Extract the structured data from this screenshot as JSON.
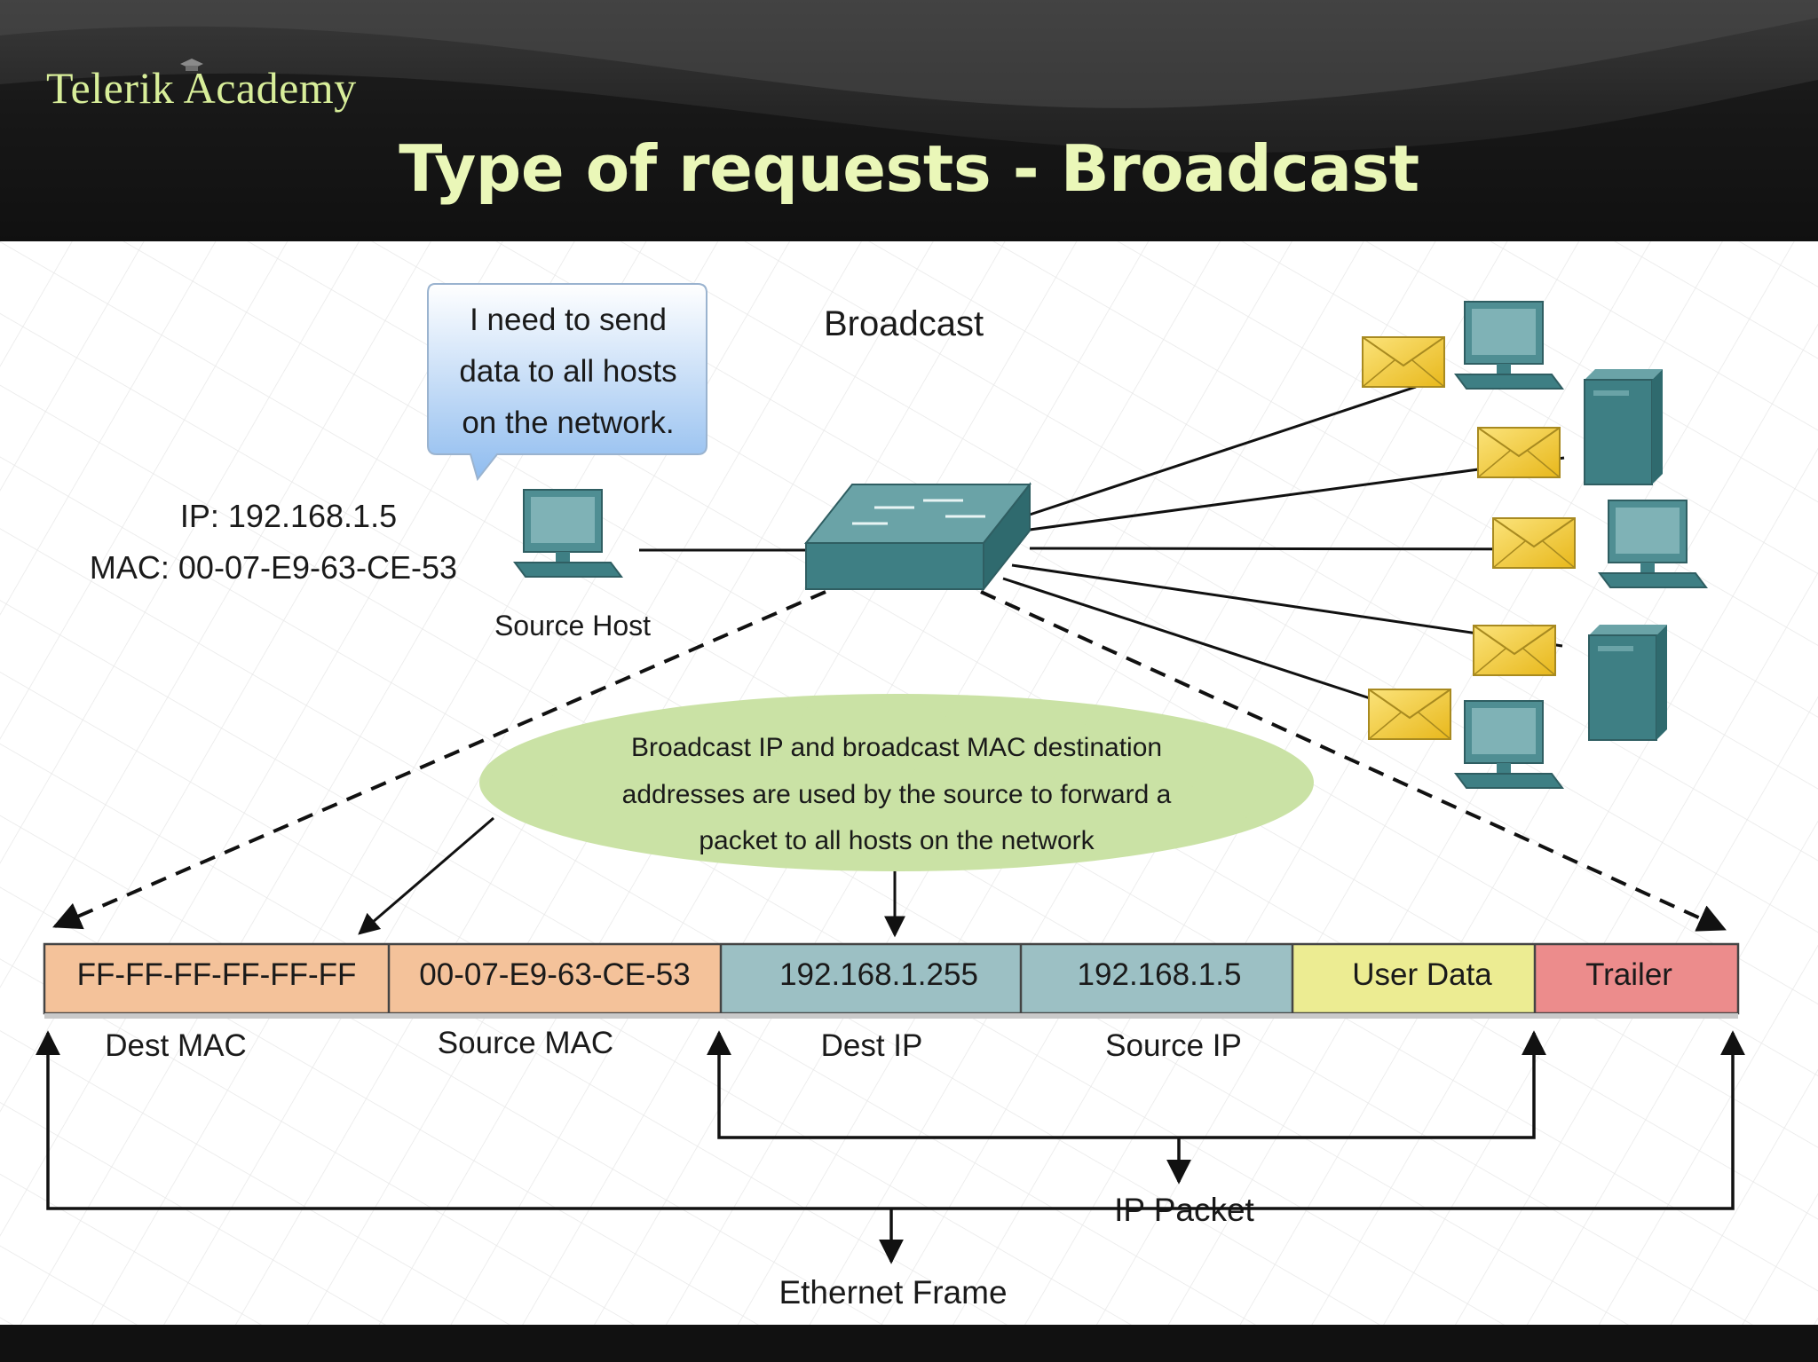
{
  "header": {
    "logo_text": "Telerik Academy",
    "title": "Type of requests - Broadcast"
  },
  "diagram": {
    "heading": "Broadcast",
    "speech_bubble": [
      "I need to send",
      "data to all hosts",
      "on the network."
    ],
    "source_ip": "IP: 192.168.1.5",
    "source_mac": "MAC: 00-07-E9-63-CE-53",
    "source_host_label": "Source Host",
    "note": [
      "Broadcast IP and broadcast MAC destination",
      "addresses are used by the source to forward a",
      "packet to all hosts on the network"
    ],
    "frame_fields": [
      {
        "value": "FF-FF-FF-FF-FF-FF",
        "label": "Dest MAC",
        "color": "#f4c29a"
      },
      {
        "value": "00-07-E9-63-CE-53",
        "label": "Source MAC",
        "color": "#f4c29a"
      },
      {
        "value": "192.168.1.255",
        "label": "Dest IP",
        "color": "#9cc0c4"
      },
      {
        "value": "192.168.1.5",
        "label": "Source IP",
        "color": "#9cc0c4"
      },
      {
        "value": "User Data",
        "label": "",
        "color": "#ecec92"
      },
      {
        "value": "Trailer",
        "label": "",
        "color": "#ec8c8c"
      }
    ],
    "ip_packet_label": "IP Packet",
    "ethernet_frame_label": "Ethernet Frame"
  },
  "colors": {
    "title_text": "#eaf7b8",
    "device_teal": "#3e7f84",
    "envelope_yellow": "#f3cc3c",
    "bubble_blue": "#9fc5f0",
    "note_green": "#c7e0a0"
  }
}
